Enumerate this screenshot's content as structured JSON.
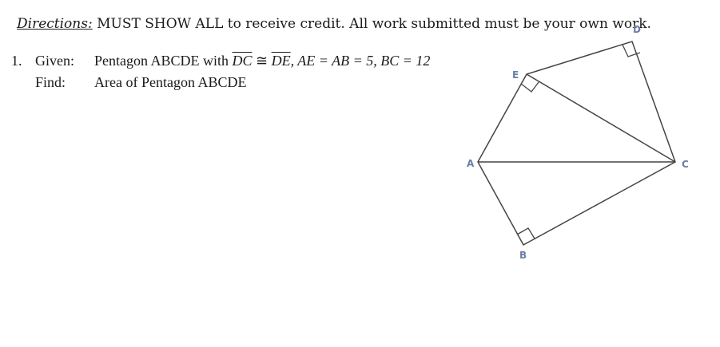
{
  "directions": {
    "lead": "Directions:",
    "text": "MUST SHOW ALL to receive credit. All work submitted must be your own work."
  },
  "problem": {
    "number": "1.",
    "given_label": "Given:",
    "given_prefix": "Pentagon ABCDE with ",
    "seg1": "DC",
    "congruent": " ≅ ",
    "seg2": "DE",
    "given_rest": ", AE = AB = 5, BC = 12",
    "find_label": "Find:",
    "find_text": "Area of Pentagon ABCDE"
  },
  "figure": {
    "labels": {
      "A": "A",
      "B": "B",
      "C": "C",
      "D": "D",
      "E": "E"
    }
  }
}
